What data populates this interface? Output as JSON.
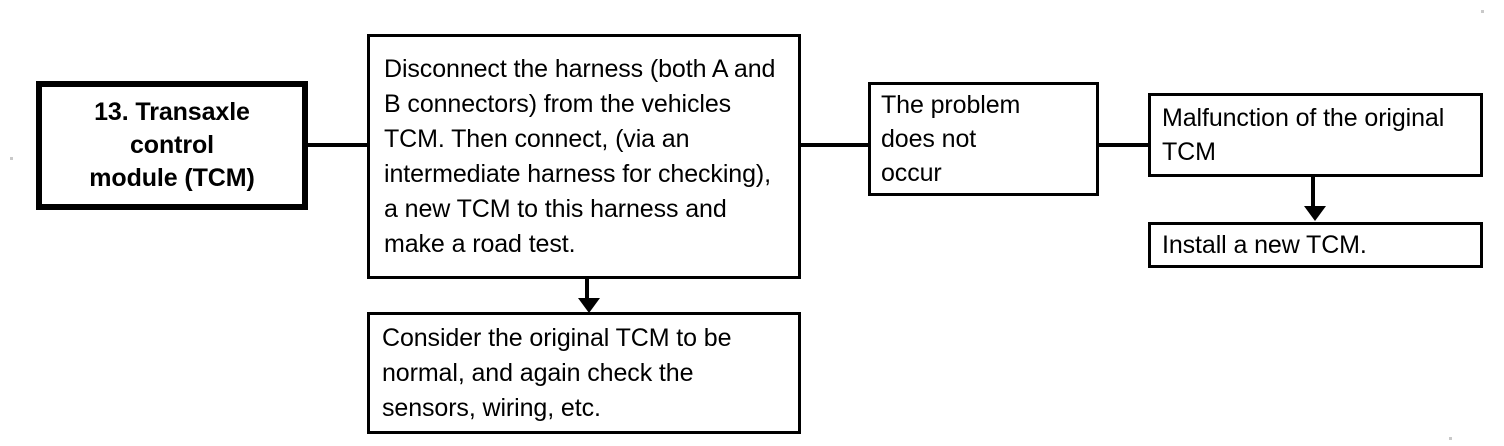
{
  "diagram": {
    "type": "flowchart",
    "title": "13. Transaxle control module (TCM)",
    "nodes": {
      "start": {
        "label": "13. Transaxle\ncontrol\nmodule (TCM)",
        "role": "start-node"
      },
      "instruction": {
        "label": "Disconnect the harness (both A and B connectors) from the vehicles TCM. Then connect, (via an intermediate harness for checking), a new TCM to this harness and make a road test.",
        "role": "process-step"
      },
      "result": {
        "label": "The problem\ndoes not\noccur",
        "role": "condition-outcome"
      },
      "diagnosis": {
        "label": "Malfunction of the original TCM",
        "role": "conclusion"
      },
      "action": {
        "label": "Install a new TCM.",
        "role": "remedy"
      },
      "alternate": {
        "label": "Consider the original TCM to be normal, and again check the sensors, wiring, etc.",
        "role": "alternate-conclusion"
      }
    },
    "edges": [
      {
        "from": "start",
        "to": "instruction",
        "style": "line",
        "direction": "right"
      },
      {
        "from": "instruction",
        "to": "result",
        "style": "line",
        "direction": "right"
      },
      {
        "from": "result",
        "to": "diagnosis",
        "style": "line",
        "direction": "right"
      },
      {
        "from": "diagnosis",
        "to": "action",
        "style": "arrow",
        "direction": "down"
      },
      {
        "from": "instruction",
        "to": "alternate",
        "style": "arrow",
        "direction": "down"
      }
    ],
    "colors": {
      "stroke": "#000000",
      "fill": "#ffffff",
      "text": "#000000"
    }
  }
}
